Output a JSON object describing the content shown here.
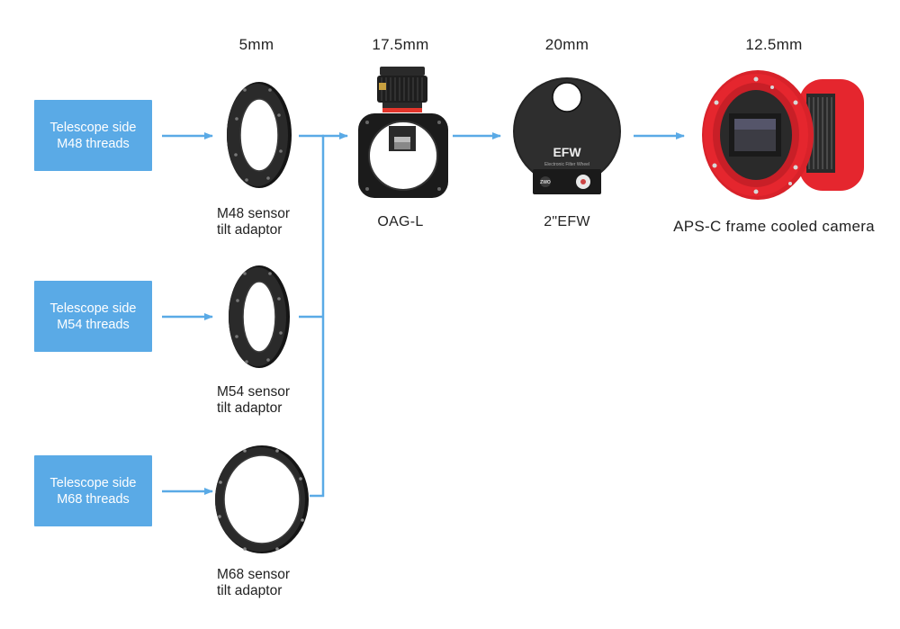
{
  "inputs": [
    {
      "line1": "Telescope side",
      "line2": "M48 threads"
    },
    {
      "line1": "Telescope side",
      "line2": "M54 threads"
    },
    {
      "line1": "Telescope side",
      "line2": "M68 threads"
    }
  ],
  "adaptors": [
    {
      "thickness": "5mm",
      "line1": "M48 sensor",
      "line2": "tilt adaptor"
    },
    {
      "line1": "M54 sensor",
      "line2": "tilt adaptor"
    },
    {
      "line1": "M68 sensor",
      "line2": "tilt adaptor"
    }
  ],
  "chain": [
    {
      "thickness": "17.5mm",
      "name": "OAG-L"
    },
    {
      "thickness": "20mm",
      "name": "2\"EFW",
      "printed_text": "EFW",
      "printed_subtext": "Electronic Filter Wheel",
      "logo_text": "ZWO"
    },
    {
      "thickness": "12.5mm",
      "name": "APS-C frame cooled camera"
    }
  ],
  "colors": {
    "box": "#5aaae6",
    "arrow": "#5aaae6",
    "camera": "#e5262e",
    "metal": "#1c1c1c"
  }
}
